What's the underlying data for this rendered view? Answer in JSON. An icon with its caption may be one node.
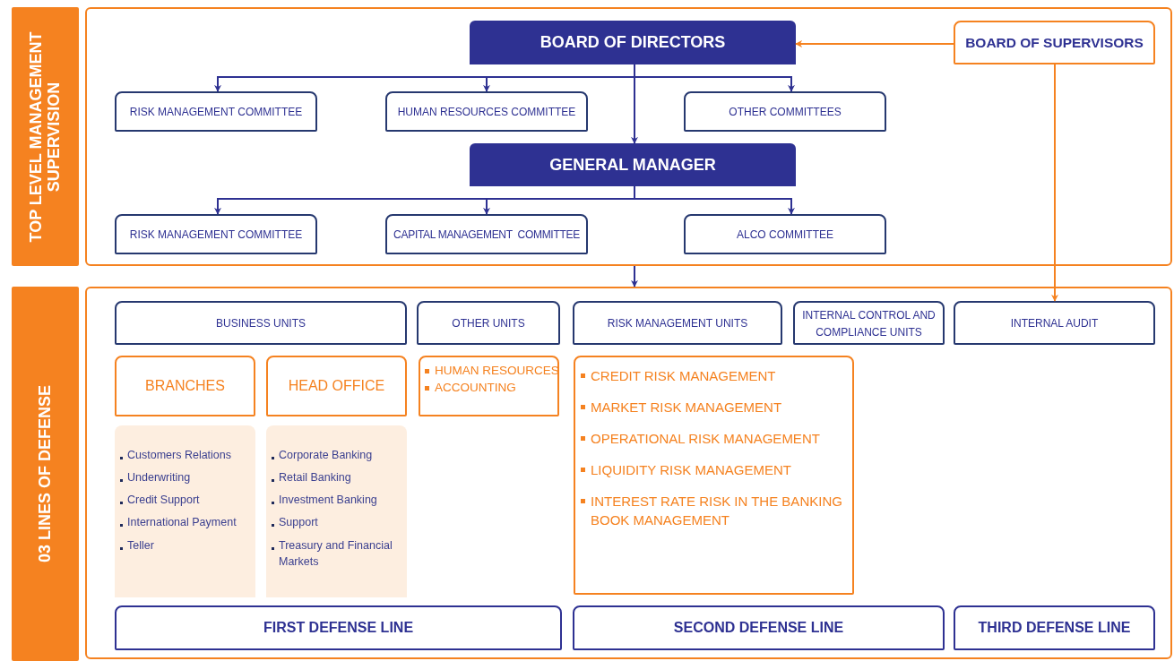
{
  "diagram": {
    "nodes": [
      {
        "text": [
          "TOP LEVEL MANAGEMENT SUPERVISION"
        ]
      },
      {
        "text": [],
        "shape": "box"
      },
      {
        "text": [
          "BOARD OF DIRECTORS"
        ],
        "in": 1
      },
      {
        "text": [
          "RISK MANAGEMENT COMMITTEE"
        ],
        "in": 1
      },
      {
        "text": [
          "HUMAN RESOURCES COMMITTEE"
        ],
        "in": 1
      },
      {
        "text": [
          "OTHER COMMITTEES"
        ],
        "in": 1
      },
      {
        "text": [
          "GENERAL MANAGER"
        ],
        "in": 1
      },
      {
        "text": [
          "RISK MANAGEMENT COMMITTEE"
        ],
        "in": 1
      },
      {
        "text": [
          "CAPITAL MANAGEMENT  COMMITTEE"
        ],
        "in": 1
      },
      {
        "text": [
          "ALCO COMMITTEE"
        ],
        "in": 1
      },
      {
        "text": [
          "BOARD OF SUPERVISORS"
        ],
        "in": 1
      },
      {
        "text": [
          "03 LINES OF DEFENSE"
        ]
      },
      {
        "text": [],
        "shape": "box"
      },
      {
        "text": [
          "BUSINESS UNITS"
        ],
        "in": 12
      },
      {
        "text": [
          "OTHER UNITS"
        ],
        "in": 12
      },
      {
        "text": [
          "RISK MANAGEMENT UNITS"
        ],
        "in": 12
      },
      {
        "text": [
          "INTERNAL CONTROL AND COMPLIANCE UNITS"
        ],
        "in": 12
      },
      {
        "text": [
          "INTERNAL AUDIT"
        ],
        "in": 12
      },
      {
        "text": [
          "BRANCHES"
        ],
        "in": 12
      },
      {
        "text": [
          "HEAD OFFICE"
        ],
        "in": 12
      },
      {
        "text": [
          "HUMAN RESOURCES",
          "ACCOUNTING"
        ],
        "in": 12
      },
      {
        "text": [
          "CREDIT RISK MANAGEMENT",
          "MARKET RISK MANAGEMENT",
          "OPERATIONAL RISK MANAGEMENT",
          "LIQUIDITY RISK MANAGEMENT",
          "INTEREST RATE RISK IN THE BANKING BOOK MANAGEMENT"
        ],
        "in": 12
      },
      {
        "text": [
          "Customers Relations",
          "Underwriting",
          "Credit Support",
          "International Payment",
          "Teller"
        ],
        "in": 12
      },
      {
        "text": [
          "Corporate Banking",
          "Retail Banking",
          "Investment Banking",
          "Support",
          "Treasury and Financial Markets"
        ],
        "in": 12
      },
      {
        "text": [
          "FIRST DEFENSE LINE"
        ],
        "in": 12
      },
      {
        "text": [
          "SECOND DEFENSE LINE"
        ],
        "in": 12
      },
      {
        "text": [
          "THIRD DEFENSE LINE"
        ],
        "in": 12
      }
    ],
    "edges": [
      {
        "from": 2,
        "to": 3,
        "arrow": "to"
      },
      {
        "from": 2,
        "to": 4,
        "arrow": "to"
      },
      {
        "from": 2,
        "to": 5,
        "arrow": "to"
      },
      {
        "from": 2,
        "to": 6,
        "arrow": "to"
      },
      {
        "from": 6,
        "to": 7,
        "arrow": "to"
      },
      {
        "from": 6,
        "to": 8,
        "arrow": "to"
      },
      {
        "from": 6,
        "to": 9,
        "arrow": "to"
      },
      {
        "from": 10,
        "to": 2,
        "arrow": "to",
        "color": "#f58220"
      },
      {
        "from": 10,
        "to": 17,
        "arrow": "to",
        "color": "#f58220"
      },
      {
        "from": 1,
        "to": 12,
        "arrow": "to"
      }
    ]
  }
}
